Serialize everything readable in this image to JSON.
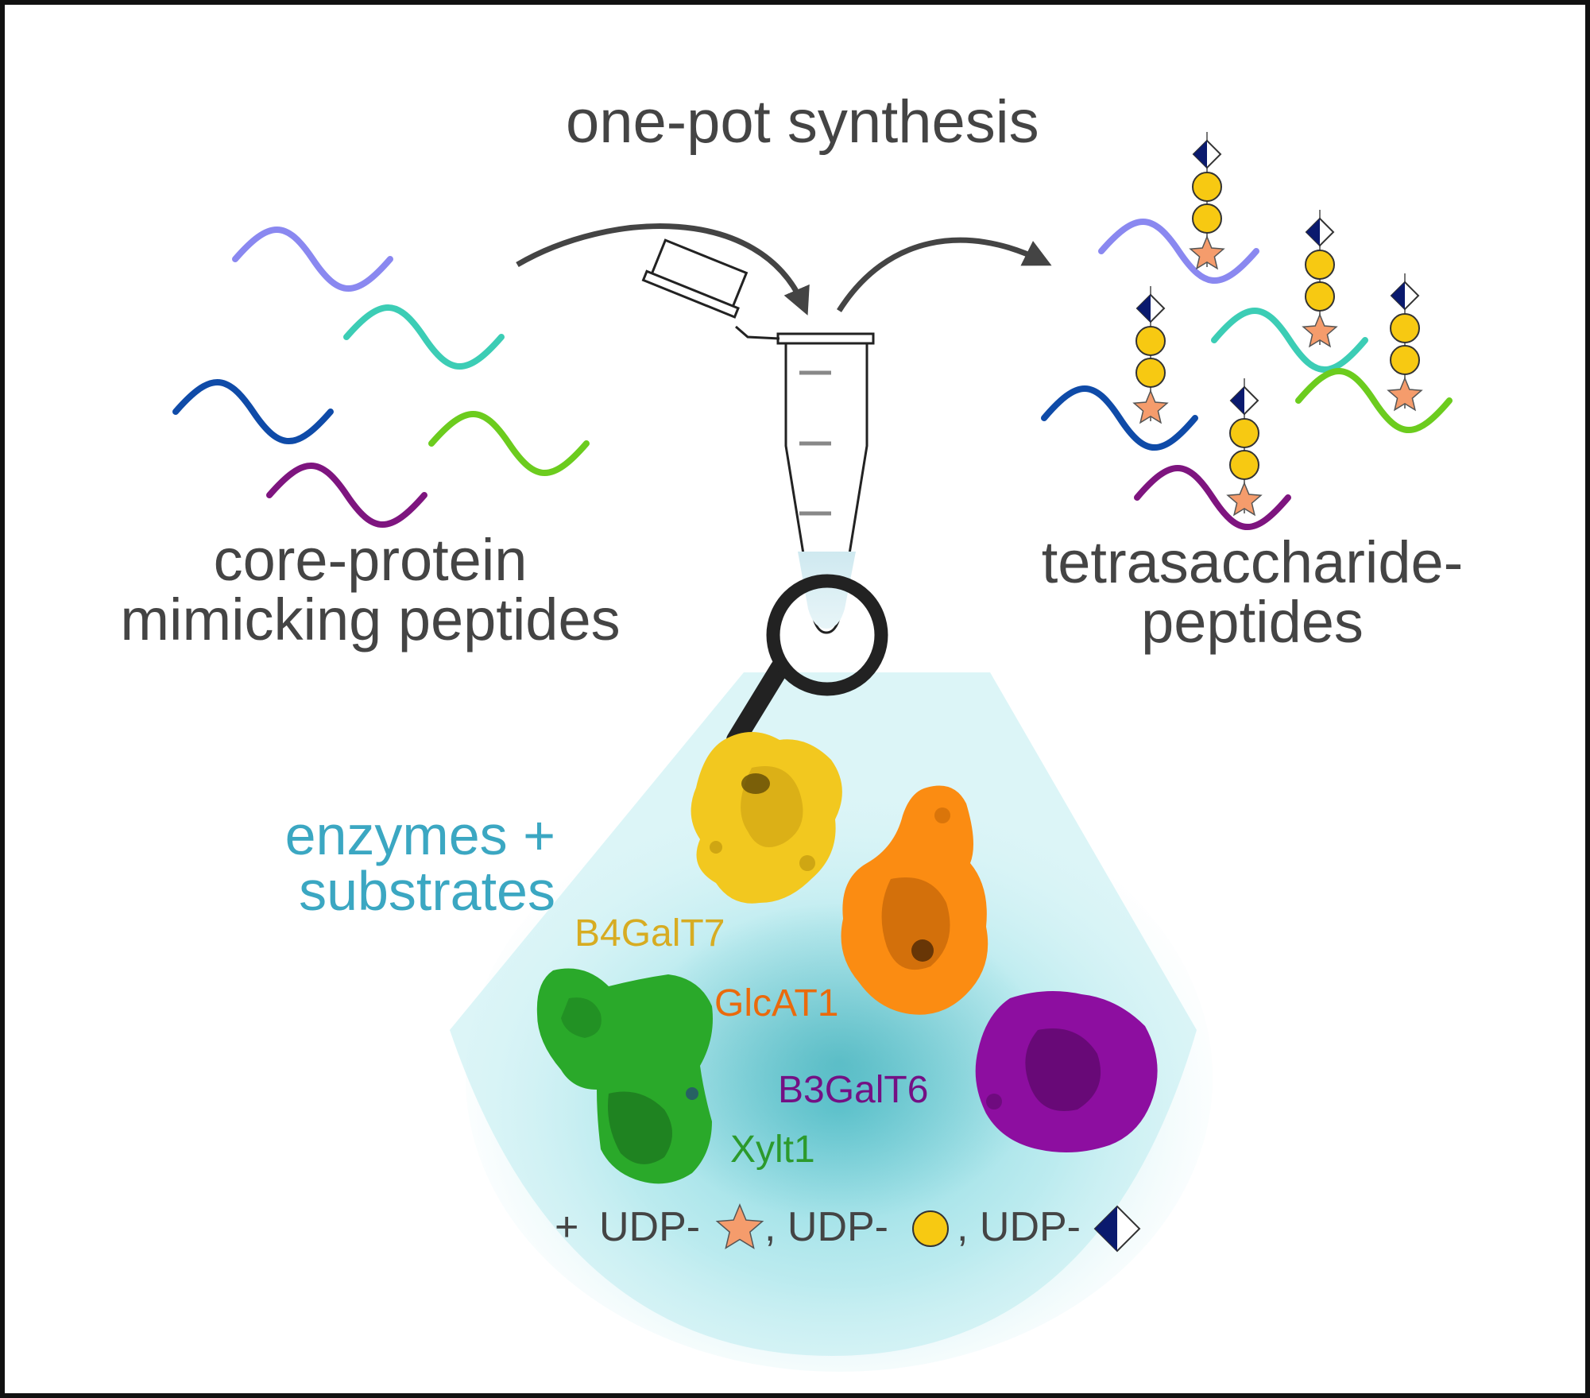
{
  "title": "one-pot synthesis",
  "input_caption": {
    "line1": "core-protein",
    "line2": "mimicking peptides"
  },
  "product_caption": {
    "line1": "tetrasaccharide-",
    "line2": "peptides"
  },
  "enzymes_caption": {
    "line1": "enzymes +",
    "line2": "substrates"
  },
  "enzymes": [
    {
      "name": "B4GalT7",
      "color": "#f2c81f",
      "label_color": "#d7ac22"
    },
    {
      "name": "GlcAT1",
      "color": "#fb8c12",
      "label_color": "#ea6a0c"
    },
    {
      "name": "B3GalT6",
      "color": "#8d0ea0",
      "label_color": "#741084"
    },
    {
      "name": "Xylt1",
      "color": "#2aa92a",
      "label_color": "#2c9a2c"
    }
  ],
  "substrates": {
    "prefix": "+ ",
    "items": [
      "UDP-",
      ", UDP-",
      ", UDP-"
    ]
  },
  "peptide_colors": [
    "#8a88f0",
    "#3ccdb5",
    "#0f4ba8",
    "#6ccc1e",
    "#7e157f"
  ],
  "sugar_colors": {
    "xylose_star": "#f59c6c",
    "galactose_circle": "#f7c912",
    "glcA_diamond": "#0a1a6e"
  }
}
